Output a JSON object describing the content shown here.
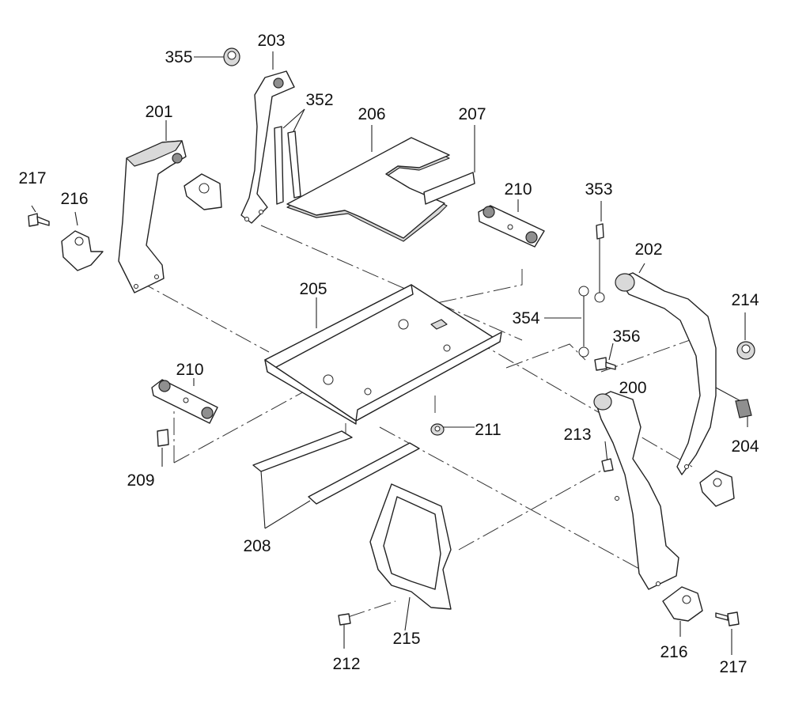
{
  "diagram": {
    "labels": {
      "p200": "200",
      "p201": "201",
      "p202": "202",
      "p203": "203",
      "p204": "204",
      "p205": "205",
      "p206": "206",
      "p207": "207",
      "p208": "208",
      "p209": "209",
      "p210a": "210",
      "p210b": "210",
      "p211": "211",
      "p212": "212",
      "p213": "213",
      "p214": "214",
      "p215": "215",
      "p216a": "216",
      "p216b": "216",
      "p217a": "217",
      "p217b": "217",
      "p352": "352",
      "p353": "353",
      "p354": "354",
      "p355": "355",
      "p356": "356"
    }
  }
}
